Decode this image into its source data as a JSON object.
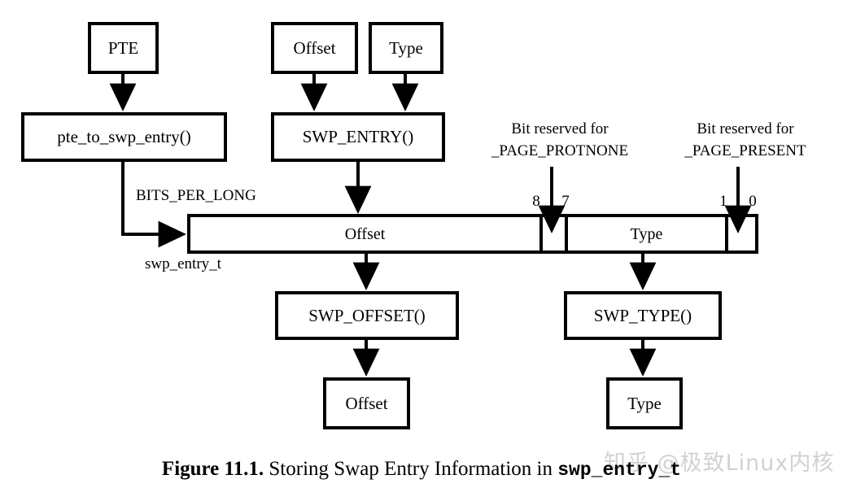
{
  "figure": {
    "caption_prefix": "Figure 11.1.",
    "caption_text": "Storing Swap Entry Information in",
    "caption_mono": "swp_entry_t"
  },
  "watermark": {
    "text": "知乎 @极致Linux内核"
  },
  "boxes": {
    "pte": "PTE",
    "pte_to_swp_entry": "pte_to_swp_entry()",
    "offset_top": "Offset",
    "type_top": "Type",
    "swp_entry": "SWP_ENTRY()",
    "swp_offset": "SWP_OFFSET()",
    "swp_type": "SWP_TYPE()",
    "offset_bottom": "Offset",
    "type_bottom": "Type"
  },
  "bar": {
    "offset_field": "Offset",
    "type_field": "Type",
    "width_label": "BITS_PER_LONG",
    "struct_label": "swp_entry_t",
    "bit_labels": {
      "protnone_left": "8",
      "protnone_right": "7",
      "present_left": "1",
      "present_right": "0"
    }
  },
  "annotations": {
    "protnone_line1": "Bit reserved for",
    "protnone_line2": "_PAGE_PROTNONE",
    "present_line1": "Bit reserved for",
    "present_line2": "_PAGE_PRESENT"
  },
  "colors": {
    "stroke": "#000000",
    "background": "#ffffff",
    "watermark": "#d2d2d2"
  }
}
